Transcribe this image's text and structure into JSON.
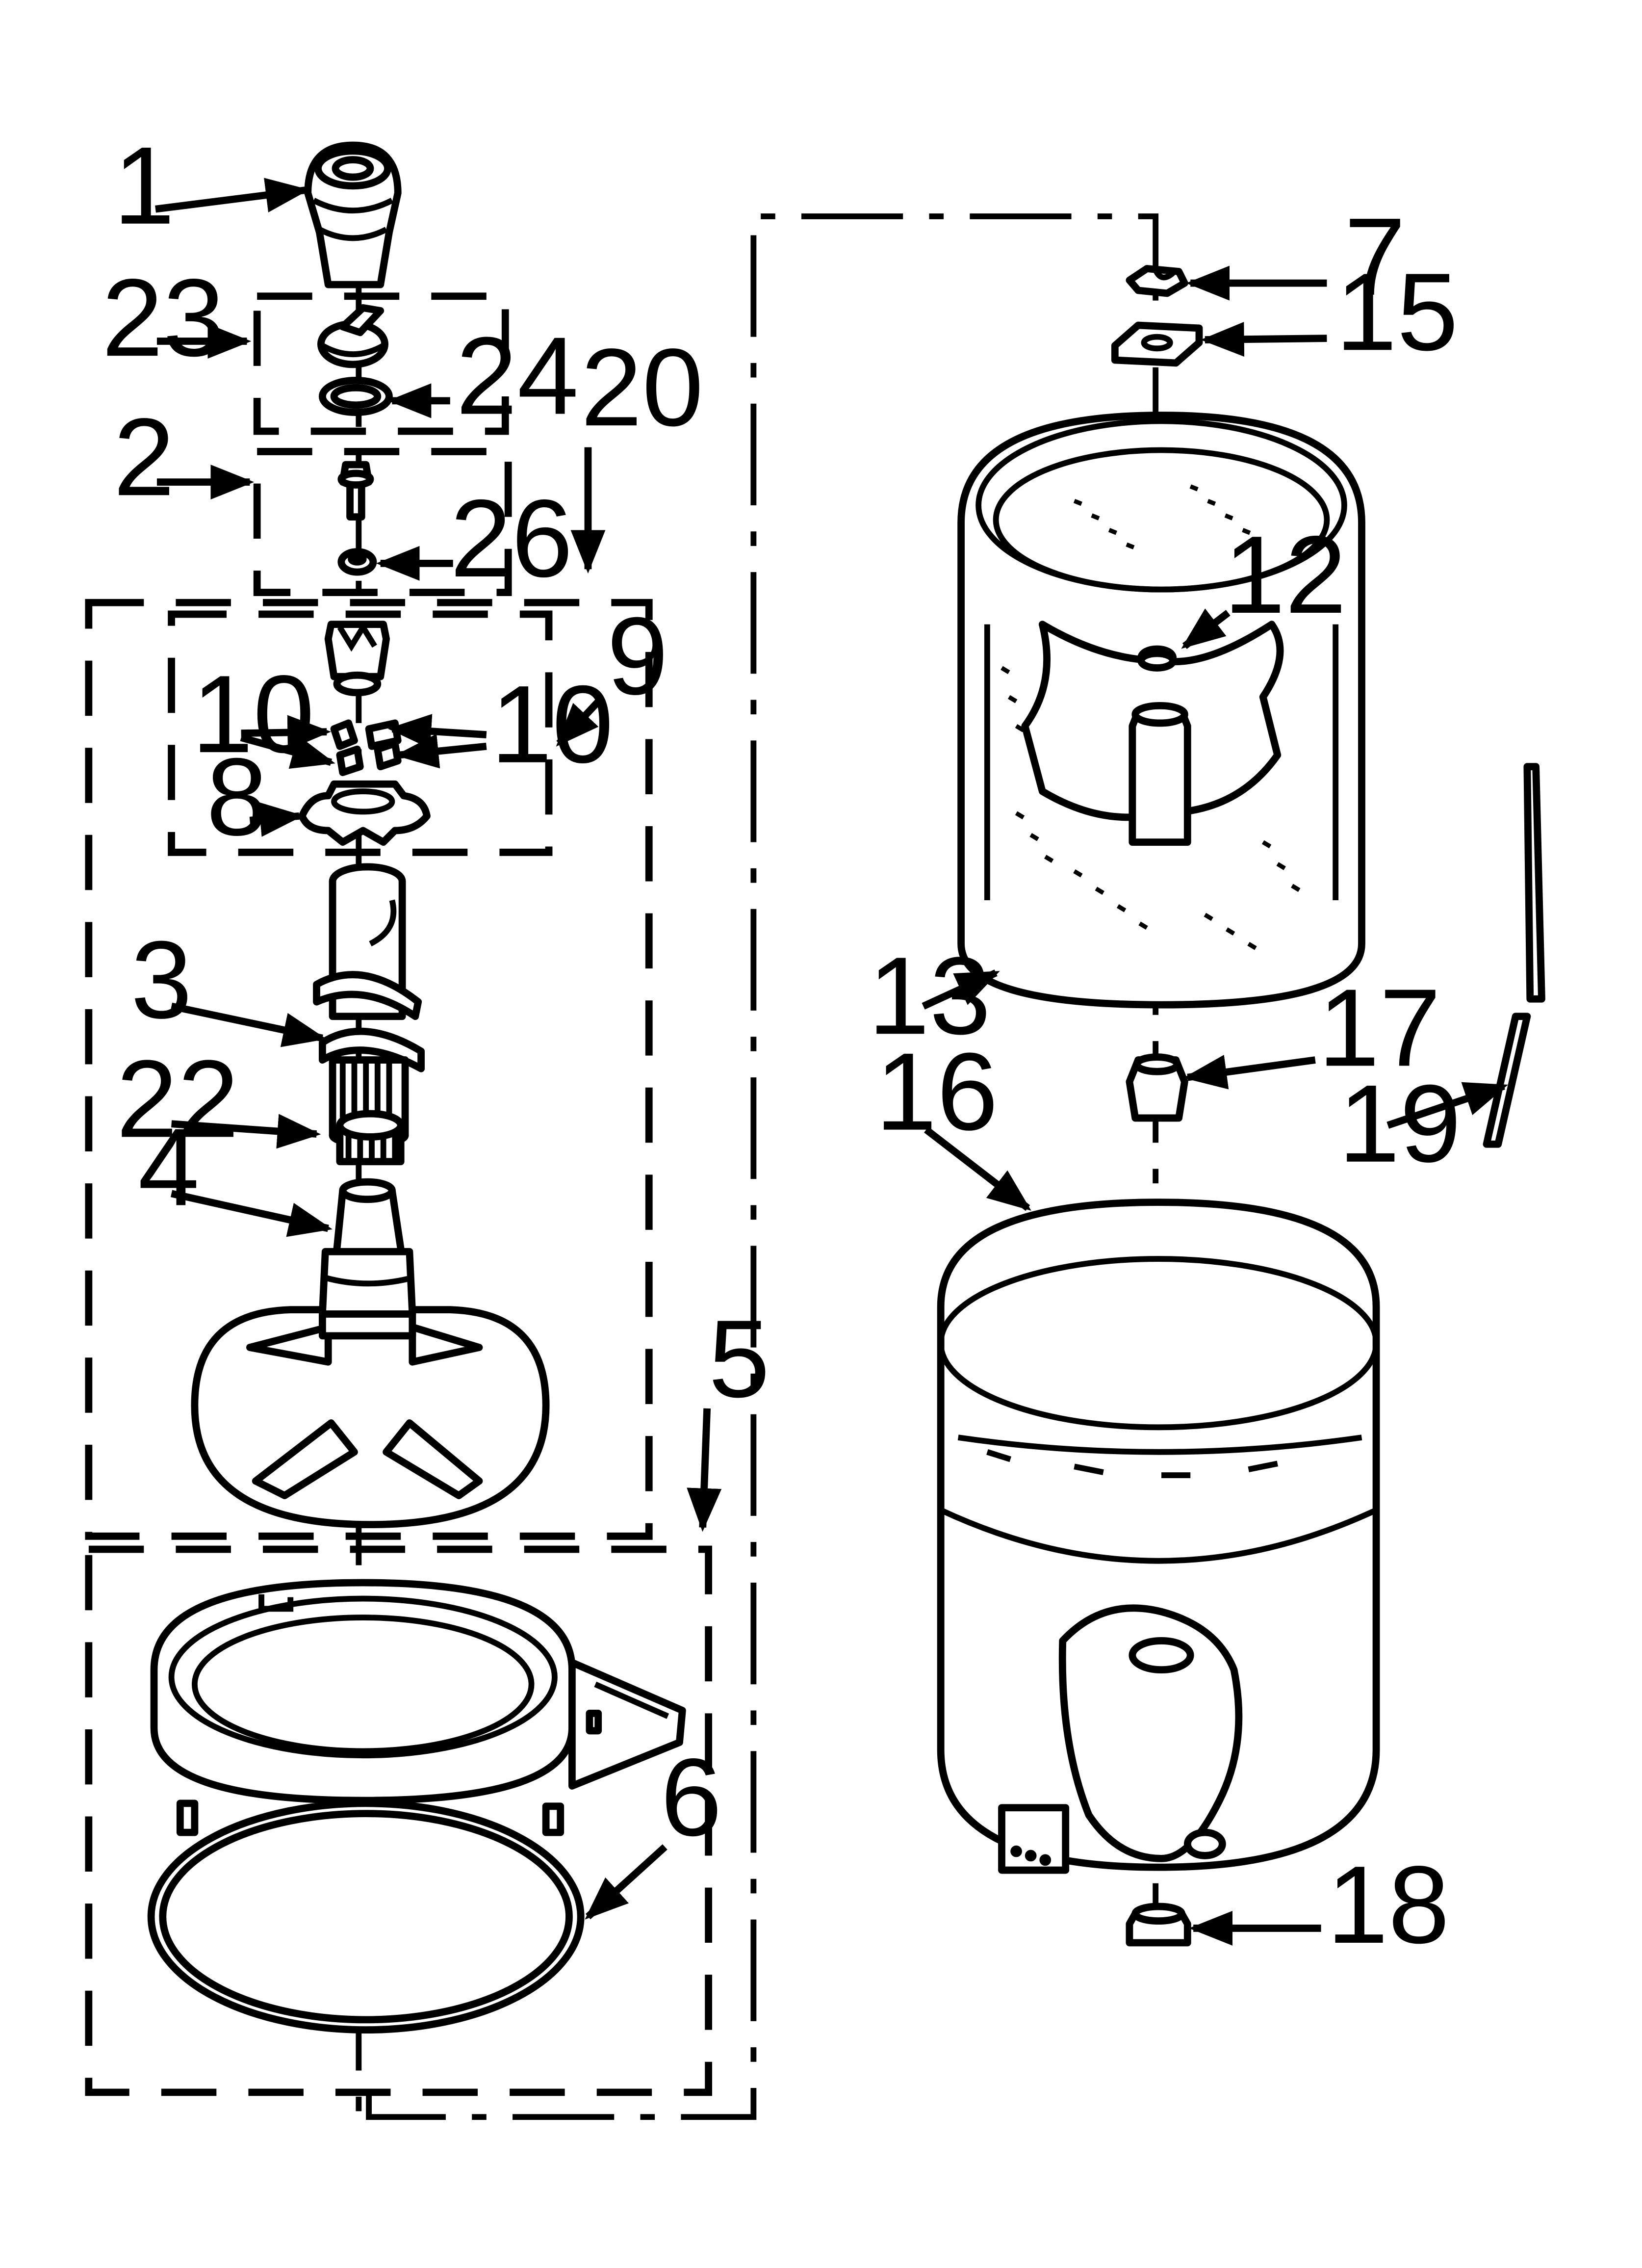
{
  "diagram": {
    "callouts": [
      {
        "id": "1",
        "label": "1"
      },
      {
        "id": "2",
        "label": "2"
      },
      {
        "id": "3",
        "label": "3"
      },
      {
        "id": "4",
        "label": "4"
      },
      {
        "id": "5",
        "label": "5"
      },
      {
        "id": "6",
        "label": "6"
      },
      {
        "id": "7",
        "label": "7"
      },
      {
        "id": "8",
        "label": "8"
      },
      {
        "id": "9",
        "label": "9"
      },
      {
        "id": "10a",
        "label": "10"
      },
      {
        "id": "10b",
        "label": "10"
      },
      {
        "id": "12",
        "label": "12"
      },
      {
        "id": "13",
        "label": "13"
      },
      {
        "id": "15",
        "label": "15"
      },
      {
        "id": "16",
        "label": "16"
      },
      {
        "id": "17",
        "label": "17"
      },
      {
        "id": "18",
        "label": "18"
      },
      {
        "id": "19",
        "label": "19"
      },
      {
        "id": "20",
        "label": "20"
      },
      {
        "id": "22",
        "label": "22"
      },
      {
        "id": "23",
        "label": "23"
      },
      {
        "id": "24",
        "label": "24"
      },
      {
        "id": "26",
        "label": "26"
      }
    ]
  }
}
